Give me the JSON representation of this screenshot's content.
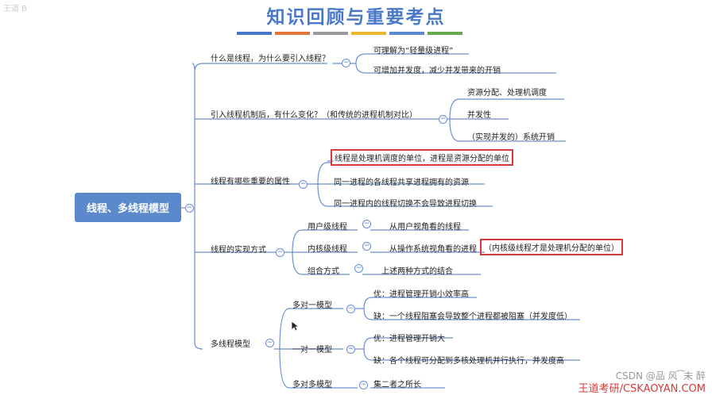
{
  "title": "知识回顾与重要考点",
  "logo_text": "王道 B",
  "color_bars": [
    "#4a78c8",
    "#e0753a",
    "#999999",
    "#e8b830",
    "#5b89cc",
    "#6aa84f"
  ],
  "root": "线程、多线程模型",
  "branches": {
    "b1": {
      "label": "什么是线程，为什么要引入线程？",
      "c1": "可理解为“轻量级进程”",
      "c2": "可增加并发度，减少并发带来的开销"
    },
    "b2": {
      "label": "引入线程机制后，有什么变化？（和传统的进程机制对比）",
      "c1": "资源分配、处理机调度",
      "c2": "并发性",
      "c3": "（实现并发的）系统开销"
    },
    "b3": {
      "label": "线程有哪些重要的属性",
      "c1": "线程是处理机调度的单位，进程是资源分配的单位",
      "c2": "同一进程的各线程共享进程拥有的资源",
      "c3": "同一进程内的线程切换不会导致进程切换"
    },
    "b4": {
      "label": "线程的实现方式",
      "c1": "用户级线程",
      "c1d": "从用户视角看的线程",
      "c2": "内核级线程",
      "c2d": "从操作系统视角看的进程",
      "c2note": "（内核级线程才是处理机分配的单位）",
      "c3": "组合方式",
      "c3d": "上述两种方式的结合"
    },
    "b5": {
      "label": "多线程模型",
      "c1": "多对一模型",
      "c1a": "优：进程管理开销小效率高",
      "c1b": "缺：一个线程阻塞会导致整个进程都被阻塞（并发度低）",
      "c2": "一对一模型",
      "c2a": "优：进程管理开销大",
      "c2b": "缺：各个线程可分配到多核处理机并行执行，并发度高",
      "c3": "多对多模型",
      "c3a": "集二者之所长"
    }
  },
  "watermark1": "CSDN @品 风 ͡ 未 醉",
  "watermark2": "王道考研/CSKAOYAN.COM",
  "collapse_symbol": "−"
}
